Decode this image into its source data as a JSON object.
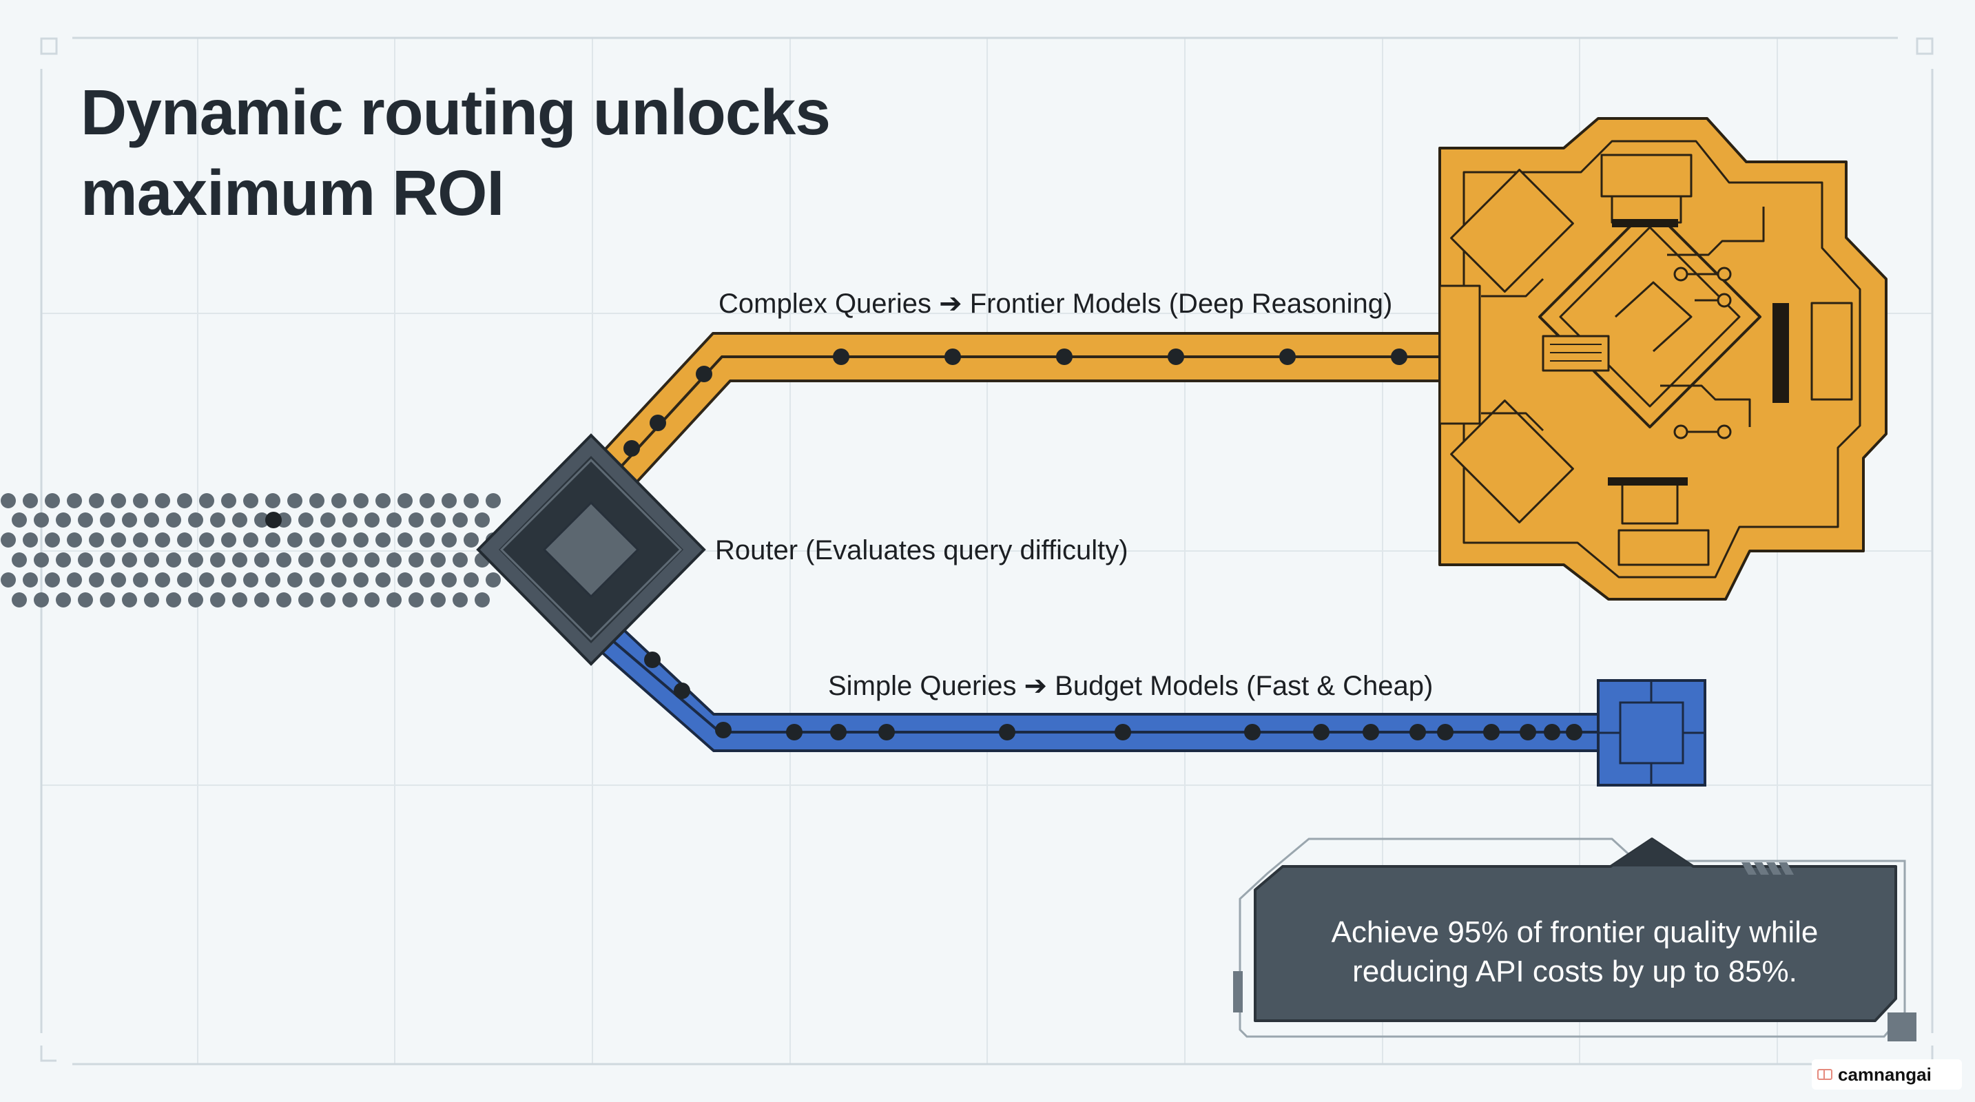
{
  "title": {
    "line1": "Dynamic routing unlocks",
    "line2": "maximum ROI"
  },
  "labels": {
    "complex": "Complex Queries ➔ Frontier Models (Deep Reasoning)",
    "router": "Router (Evaluates query difficulty)",
    "simple": "Simple Queries ➔ Budget Models (Fast & Cheap)"
  },
  "callout": {
    "line1": "Achieve 95% of frontier quality while",
    "line2": "reducing API costs by up to 85%."
  },
  "watermark": {
    "text": "camnangai"
  },
  "colors": {
    "background": "#f3f7f9",
    "grid": "#dfe6ea",
    "frontier": "#e8a73a",
    "budget": "#3f6fc6",
    "router": "#3a4550",
    "ink": "#232b33",
    "callout": "#4a5660"
  },
  "icons": {
    "router": "router-diamond-icon",
    "frontier": "frontier-chip-icon",
    "budget": "budget-chip-icon",
    "queries": "query-dots-icon"
  }
}
